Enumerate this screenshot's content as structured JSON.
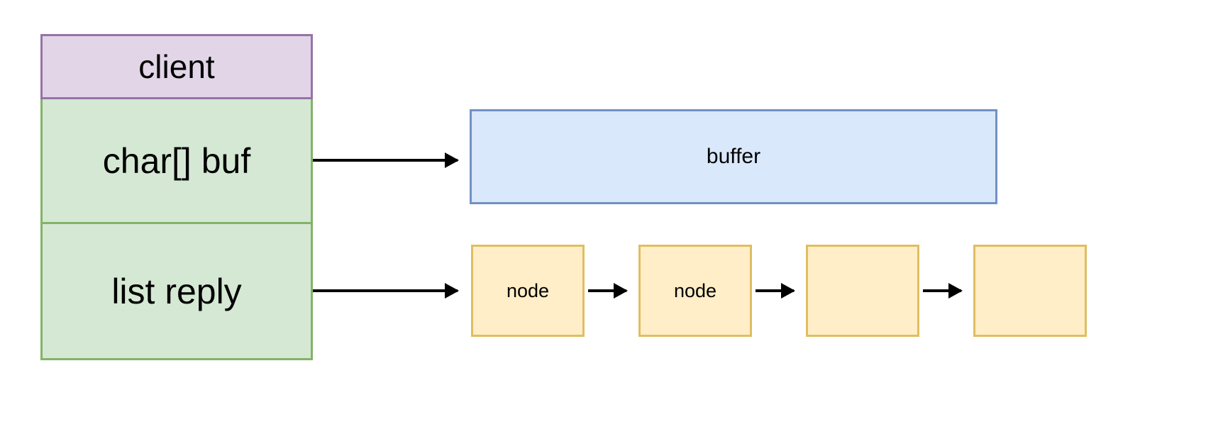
{
  "diagram": {
    "struct": {
      "title": "client",
      "fields": [
        {
          "label": "char[] buf"
        },
        {
          "label": "list reply"
        }
      ]
    },
    "buffer": {
      "label": "buffer"
    },
    "list": {
      "nodes": [
        {
          "label": "node"
        },
        {
          "label": "node"
        },
        {
          "label": ""
        },
        {
          "label": ""
        }
      ]
    },
    "arrows": [
      {
        "name": "buf-to-buffer",
        "from": "char[] buf",
        "to": "buffer"
      },
      {
        "name": "reply-to-node1",
        "from": "list reply",
        "to": "node"
      },
      {
        "name": "node1-to-node2",
        "from": "node",
        "to": "node"
      },
      {
        "name": "node2-to-node3",
        "from": "node",
        "to": ""
      },
      {
        "name": "node3-to-node4",
        "from": "",
        "to": ""
      }
    ],
    "colors": {
      "client_fill": "#e1d5e7",
      "client_border": "#9673a6",
      "field_fill": "#d5e8d4",
      "field_border": "#82b366",
      "buffer_fill": "#dae8fc",
      "buffer_border": "#7191c4",
      "node_fill": "#ffeec7",
      "node_border": "#dfbe62",
      "arrow": "#000000",
      "background": "#ffffff"
    }
  }
}
